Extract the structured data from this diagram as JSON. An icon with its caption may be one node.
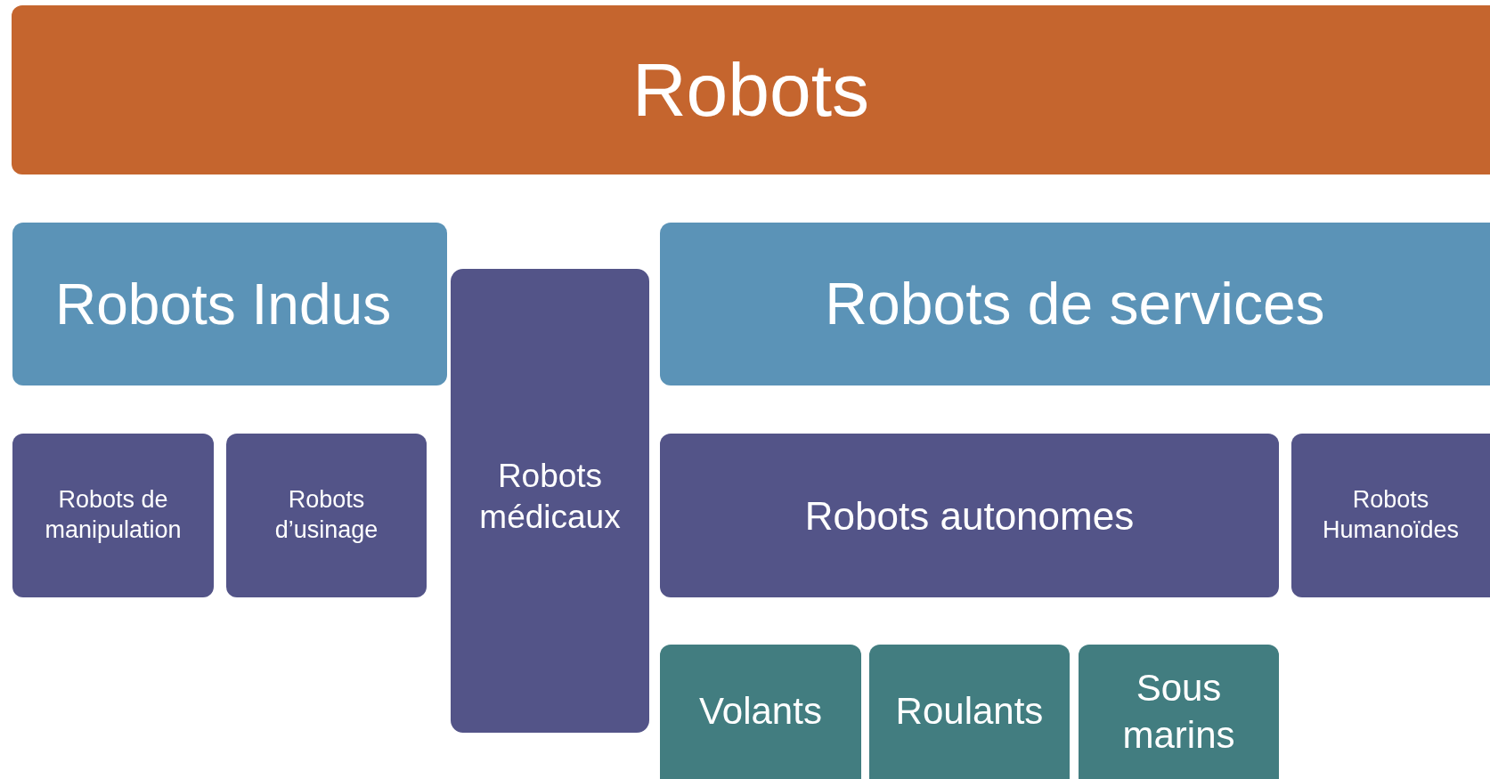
{
  "diagram": {
    "nodes": [
      {
        "text": [
          "Robots"
        ]
      },
      {
        "text": [
          "Robots Indus"
        ]
      },
      {
        "text": [
          "Robots de services"
        ]
      },
      {
        "text": [
          "Robots de manipulation"
        ]
      },
      {
        "text": [
          "Robots d’usinage"
        ]
      },
      {
        "text": [
          "Robots médicaux"
        ]
      },
      {
        "text": [
          "Robots autonomes"
        ]
      },
      {
        "text": [
          "Robots Humanoïdes"
        ]
      },
      {
        "text": [
          "Volants"
        ]
      },
      {
        "text": [
          "Roulants"
        ]
      },
      {
        "text": [
          "Sous marins"
        ]
      }
    ]
  }
}
